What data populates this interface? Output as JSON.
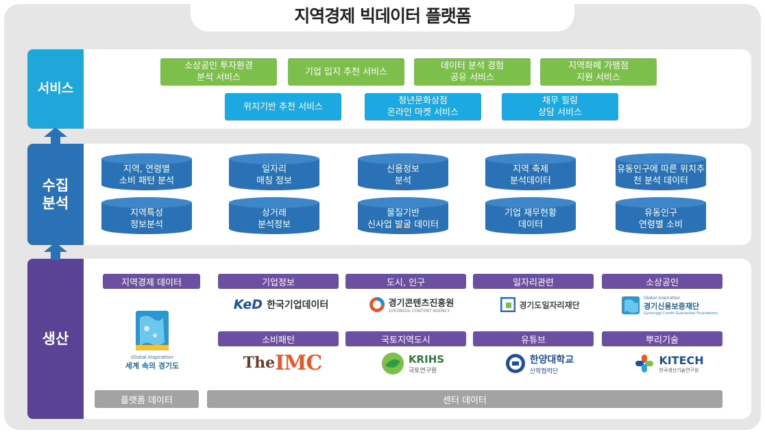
{
  "title": "지역경제 빅데이터 플랫폼",
  "sections": {
    "service": "서비스",
    "collection": "수집\n분석",
    "production": "생산"
  },
  "services": {
    "green": [
      "소상공인 투자환경\n분석 서비스",
      "기업 입지 추천 서비스",
      "데이터 분석 경험\n공유 서비스",
      "지역화폐 가맹점\n지원 서비스"
    ],
    "blue": [
      "위치기반 추천 서비스",
      "청년문화상점\n온라인 마켓 서비스",
      "채무 힐링\n상담 서비스"
    ]
  },
  "analysis": {
    "row1": [
      "지역, 연령별\n소비 패턴 분석",
      "일자리\n매칭 정보",
      "신용정보\n분석",
      "지역 축제\n분석데이터",
      "유동인구에 따른 위치추\n천 분석 데이터"
    ],
    "row2": [
      "지역특성\n정보분석",
      "상거래\n분석정보",
      "물질기반\n신사업 발굴 데이터",
      "기업 재무현황\n데이터",
      "유동인구\n연령별 소비"
    ]
  },
  "production": {
    "platform_tag": "지역경제 데이터",
    "platform_logo": {
      "small": "Global Inspiration",
      "main": "세계 속의 경기도"
    },
    "tags_row1": [
      "기업정보",
      "도시, 인구",
      "일자리관련",
      "소상공인"
    ],
    "tags_row2": [
      "소비패턴",
      "국토지역도시",
      "유튜브",
      "뿌리기술"
    ],
    "logos_row1": {
      "kedi": {
        "mark": "KeD",
        "text": "한국기업데이터"
      },
      "gca": {
        "text": "경기콘텐츠진흥원",
        "sub": "GYEONGGI CONTENT AGENCY"
      },
      "gjf": {
        "text": "경기도일자리재단"
      },
      "gcgf": {
        "small": "Global Inspiration",
        "text": "경기신용보증재단",
        "sub": "Gyeonggi Credit Guarantee Foundation"
      }
    },
    "logos_row2": {
      "imc": {
        "the": "The",
        "main": "IMC"
      },
      "krihs": {
        "main": "KRIHS",
        "sub": "국토연구원"
      },
      "hanyang": {
        "main": "한양대학교",
        "sub": "산학협력단"
      },
      "kitech": {
        "main": "KITECH",
        "sub": "한국생산기술연구원"
      }
    },
    "footer_platform": "플랫폼 데이터",
    "footer_center": "센터 데이터"
  },
  "colors": {
    "green": "#7cbf4a",
    "service_blue": "#1ca8e0",
    "cylinder_blue": "#2a72b5",
    "purple": "#5a4395",
    "tag_purple": "#6b4fa0",
    "footer_gray": "#a3a3a5"
  }
}
